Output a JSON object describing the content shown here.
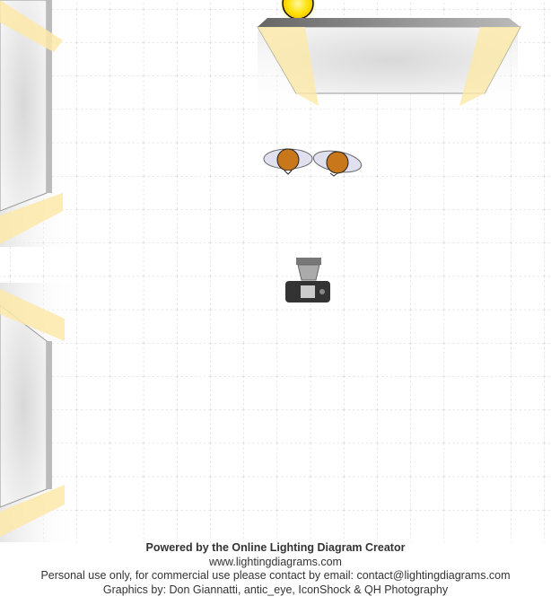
{
  "footer": {
    "powered": "Powered by the Online Lighting Diagram Creator",
    "site": "www.lightingdiagrams.com",
    "license": "Personal use only, for commercial use please contact by email: contact@lightingdiagrams.com",
    "credits": "Graphics by: Don Giannatti, antic_eye, IconShock & QH Photography"
  },
  "colors": {
    "grid": "#c8c8c8",
    "softbox_glow": "#fde9a8",
    "bulb": "#ffe000",
    "subject": "#c8771a"
  }
}
